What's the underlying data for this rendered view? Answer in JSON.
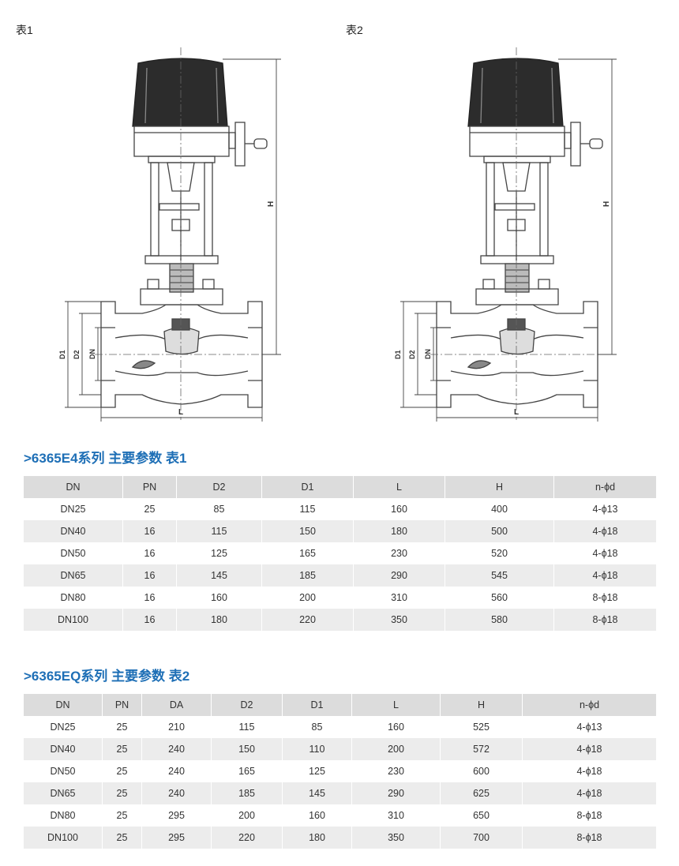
{
  "figure1": {
    "label": "表1",
    "dim_h": "H",
    "dim_d1": "D1",
    "dim_d2": "D2",
    "dim_dn": "DN",
    "dim_l": "L"
  },
  "figure2": {
    "label": "表2",
    "dim_h": "H",
    "dim_d1": "D1",
    "dim_d2": "D2",
    "dim_dn": "DN",
    "dim_l": "L"
  },
  "table1": {
    "title": ">6365E4系列 主要参数  表1",
    "headers": [
      "DN",
      "PN",
      "D2",
      "D1",
      "L",
      "H",
      "n-ϕd"
    ],
    "rows": [
      [
        "DN25",
        "25",
        "85",
        "115",
        "160",
        "400",
        "4-ϕ13"
      ],
      [
        "DN40",
        "16",
        "115",
        "150",
        "180",
        "500",
        "4-ϕ18"
      ],
      [
        "DN50",
        "16",
        "125",
        "165",
        "230",
        "520",
        "4-ϕ18"
      ],
      [
        "DN65",
        "16",
        "145",
        "185",
        "290",
        "545",
        "4-ϕ18"
      ],
      [
        "DN80",
        "16",
        "160",
        "200",
        "310",
        "560",
        "8-ϕ18"
      ],
      [
        "DN100",
        "16",
        "180",
        "220",
        "350",
        "580",
        "8-ϕ18"
      ]
    ]
  },
  "table2": {
    "title": ">6365EQ系列 主要参数  表2",
    "headers": [
      "DN",
      "PN",
      "DA",
      "D2",
      "D1",
      "L",
      "H",
      "n-ϕd"
    ],
    "rows": [
      [
        "DN25",
        "25",
        "210",
        "115",
        "85",
        "160",
        "525",
        "4-ϕ13"
      ],
      [
        "DN40",
        "25",
        "240",
        "150",
        "110",
        "200",
        "572",
        "4-ϕ18"
      ],
      [
        "DN50",
        "25",
        "240",
        "165",
        "125",
        "230",
        "600",
        "4-ϕ18"
      ],
      [
        "DN65",
        "25",
        "240",
        "185",
        "145",
        "290",
        "625",
        "4-ϕ18"
      ],
      [
        "DN80",
        "25",
        "295",
        "200",
        "160",
        "310",
        "650",
        "8-ϕ18"
      ],
      [
        "DN100",
        "25",
        "295",
        "220",
        "180",
        "350",
        "700",
        "8-ϕ18"
      ]
    ]
  }
}
